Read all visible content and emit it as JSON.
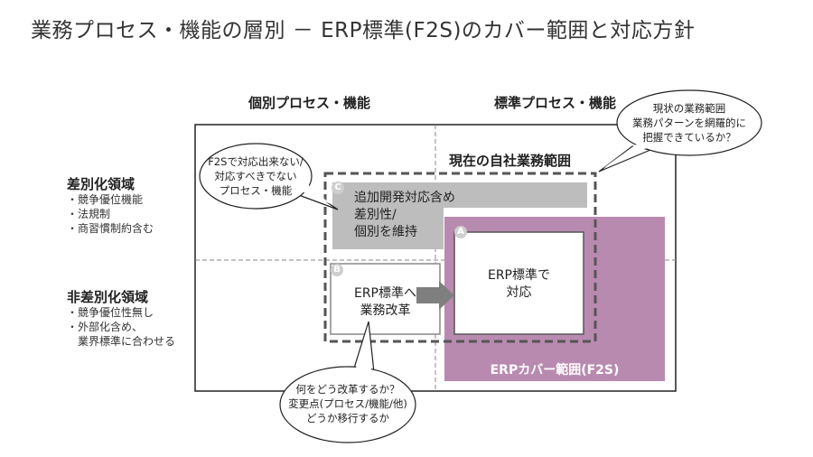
{
  "title": "業務プロセス・機能の層別 － ERP標準(F2S)のカバー範囲と対応方針",
  "columns": {
    "individual": "個別プロセス・機能",
    "standard": "標準プロセス・機能"
  },
  "rows": {
    "differentiated": {
      "label": "差別化領域",
      "items": [
        "・競争優位機能",
        "・法規制",
        "・商習慣制約含む"
      ]
    },
    "non_differentiated": {
      "label": "非差別化領域",
      "items": [
        "・競争優位性無し",
        "・外部化含め、",
        "　業界標準に合わせる"
      ]
    }
  },
  "current_scope_label": "現在の自社業務範囲",
  "erp_coverage_label": "ERPカバー範囲(F2S)",
  "boxes": {
    "C": {
      "marker": "C",
      "line1": "追加開発対応含め",
      "line2": "差別性/",
      "line3": "個別を維持"
    },
    "B": {
      "marker": "B",
      "line1": "ERP標準へ",
      "line2": "業務改革"
    },
    "A": {
      "marker": "A",
      "line1": "ERP標準で",
      "line2": "対応"
    }
  },
  "bubbles": {
    "top_left": [
      "F2Sで対応出来ない/",
      "対応すべきでない",
      "プロセス・機能"
    ],
    "top_right": [
      "現状の業務範囲",
      "業務パターンを網羅的に",
      "把握できているか？"
    ],
    "bottom": [
      "何をどう改革するか？",
      "変更点(プロセス/機能/他)",
      "どうか移行するか"
    ]
  },
  "colors": {
    "erp_coverage": "#b98ab0",
    "box_c": "#bdbdbd",
    "arrow": "#7f7f7f",
    "dashed_scope": "#555555"
  }
}
